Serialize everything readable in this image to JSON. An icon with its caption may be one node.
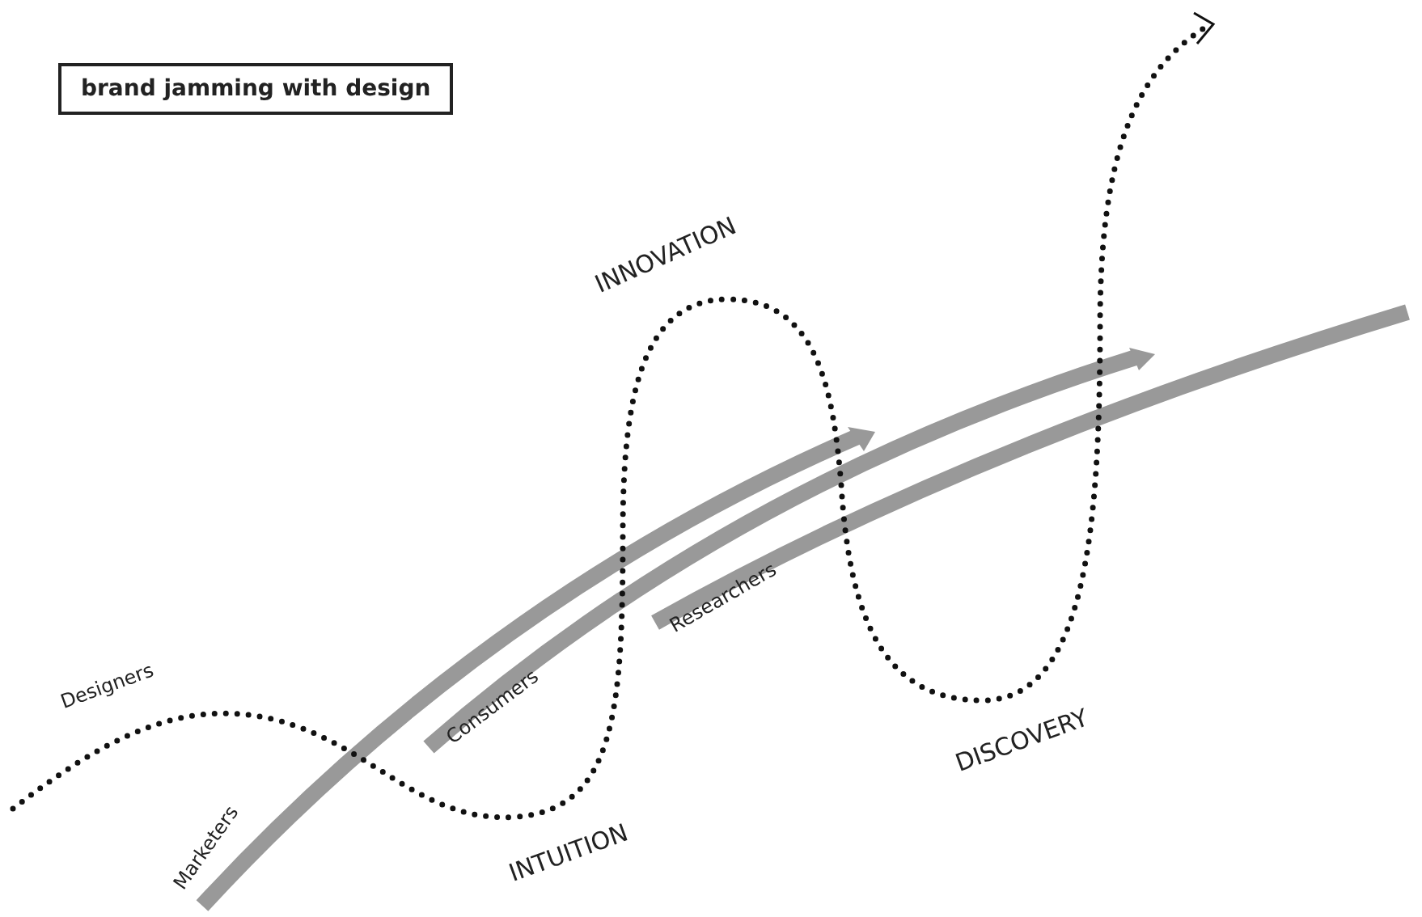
{
  "diagram": {
    "title": "brand jamming with design",
    "labels": [
      "INNOVATION",
      "Designers",
      "Researchers",
      "Consumers",
      "DISCOVERY",
      "Marketers",
      "INTUITION"
    ]
  }
}
